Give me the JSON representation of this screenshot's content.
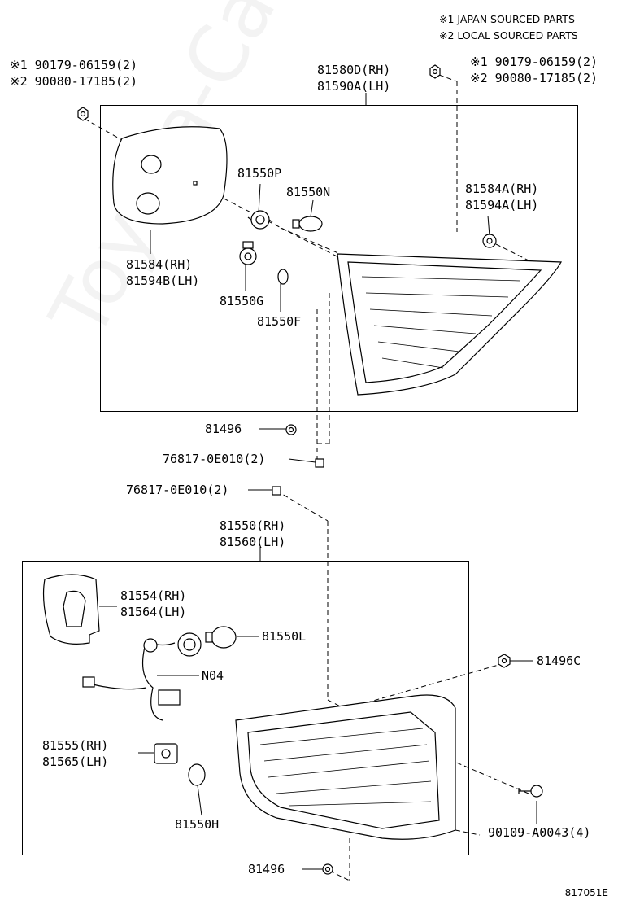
{
  "legend": {
    "note1": "※1 JAPAN SOURCED PARTS",
    "note2": "※2 LOCAL SOURCED PARTS"
  },
  "upper_assembly": {
    "nut_left": [
      "※1 90179-06159(2)",
      "※2 90080-17185(2)"
    ],
    "nut_right": [
      "※1 90179-06159(2)",
      "※2 90080-17185(2)"
    ],
    "lamp_assy": [
      "81580D(RH)",
      "81590A(LH)"
    ],
    "socket_P": "81550P",
    "bulb_N": "81550N",
    "gasket_A": [
      "81584A(RH)",
      "81594A(LH)"
    ],
    "cover": [
      "81584(RH)",
      "81594B(LH)"
    ],
    "socket_G": "81550G",
    "bulb_F": "81550F"
  },
  "middle": {
    "clip_81496": "81496",
    "clip_1": "76817-0E010(2)",
    "clip_2": "76817-0E010(2)"
  },
  "lower_assembly": {
    "lamp_assy": [
      "81550(RH)",
      "81560(LH)"
    ],
    "cover": [
      "81554(RH)",
      "81564(LH)"
    ],
    "bulb_L": "81550L",
    "wire": "N04",
    "clip_C": "81496C",
    "socket": [
      "81555(RH)",
      "81565(LH)"
    ],
    "bulb_H": "81550H",
    "screw": "90109-A0043(4)",
    "clip_bottom": "81496"
  },
  "watermark": "Toyota-Carmine.ru",
  "diagram_code": "817051E"
}
